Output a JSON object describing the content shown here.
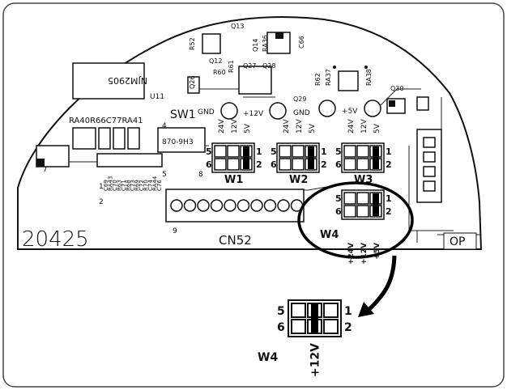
{
  "board_id": "20425",
  "connector_label": "CN52",
  "switch_label": "SW1",
  "corner_label": "OP",
  "chip_label": "NJM2905",
  "u11_label": "U11",
  "chip2_label": "870-9H3",
  "resistor_row": "RA40R66C77RA41",
  "test_points": [
    "GND",
    "+12V",
    "GND",
    "+5V"
  ],
  "component_labels": [
    "R52",
    "Q13",
    "Q14",
    "RA36",
    "C66",
    "Q12",
    "R60",
    "R61",
    "Q27",
    "Q28",
    "Q26",
    "Q29",
    "R62",
    "RA37",
    "RA38",
    "Q30"
  ],
  "vert_labels": [
    "C69",
    "RA43",
    "C70",
    "R63",
    "C71",
    "R68",
    "C73",
    "R69",
    "C72",
    "R70",
    "C74",
    "RA44",
    "C76"
  ],
  "pin_numbers": [
    "1",
    "2",
    "4",
    "5",
    "8",
    "9"
  ],
  "jumper_blocks": [
    {
      "name": "W1",
      "voltages": [
        "24V",
        "12V",
        "5V"
      ],
      "jumper_col": 2
    },
    {
      "name": "W2",
      "voltages": [
        "24V",
        "12V",
        "5V"
      ],
      "jumper_col": 2
    },
    {
      "name": "W3",
      "voltages": [
        "24V",
        "12V",
        "5V"
      ],
      "jumper_col": 2
    },
    {
      "name": "W4",
      "voltages": [
        "+24V",
        "+12V",
        "+5V"
      ],
      "jumper_col": 2
    }
  ],
  "row_labels": {
    "top_left": "5",
    "bottom_left": "6",
    "top_right": "1",
    "bottom_right": "2"
  },
  "detail": {
    "name": "W4",
    "voltage": "+12V",
    "row_labels": {
      "top_left": "5",
      "bottom_left": "6",
      "top_right": "1",
      "bottom_right": "2"
    }
  }
}
